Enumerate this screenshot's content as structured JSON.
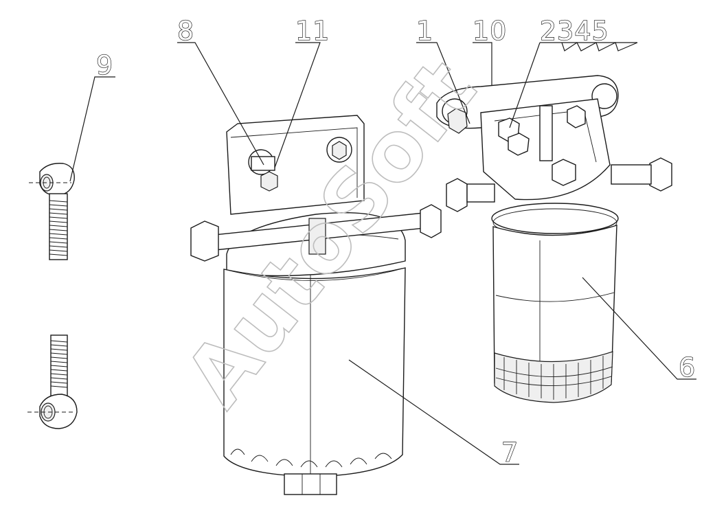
{
  "diagram": {
    "callouts": [
      {
        "id": "c1",
        "label": "1"
      },
      {
        "id": "c2345",
        "label": "2345"
      },
      {
        "id": "c6",
        "label": "6"
      },
      {
        "id": "c7",
        "label": "7"
      },
      {
        "id": "c8",
        "label": "8"
      },
      {
        "id": "c9",
        "label": "9"
      },
      {
        "id": "c10",
        "label": "10"
      },
      {
        "id": "c11",
        "label": "11"
      }
    ],
    "watermark": "AutoSoft"
  }
}
